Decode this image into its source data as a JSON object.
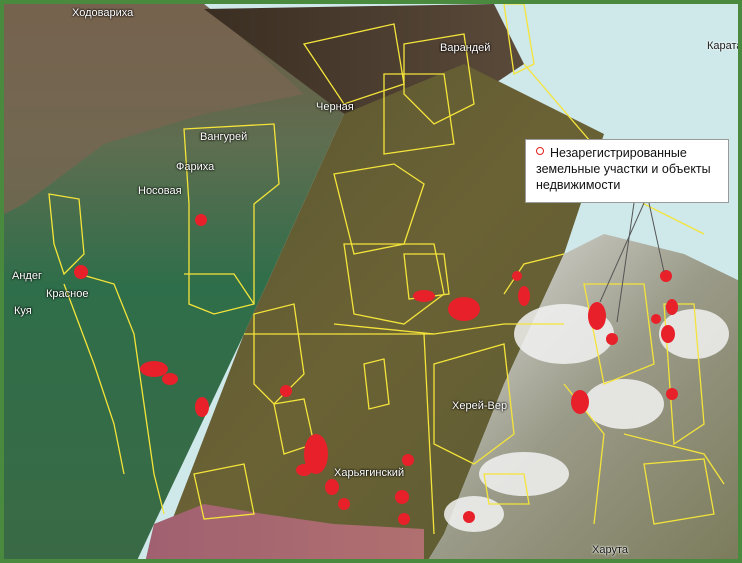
{
  "legend": {
    "text": "Незарегистрированные земельные участки и объекты недвижимости",
    "marker_color": "#e02020"
  },
  "places": [
    {
      "name": "Ходовариха"
    },
    {
      "name": "Варандей"
    },
    {
      "name": "Каратай"
    },
    {
      "name": "Черная"
    },
    {
      "name": "Вангурей"
    },
    {
      "name": "Фариха"
    },
    {
      "name": "Носовая"
    },
    {
      "name": "Андег"
    },
    {
      "name": "Красное"
    },
    {
      "name": "Куя"
    },
    {
      "name": "Харьягинский"
    },
    {
      "name": "Херей-Вер"
    },
    {
      "name": "Харута"
    }
  ],
  "colors": {
    "border": "#4a8a3e",
    "boundary": "#f4e43a",
    "marker": "#e8202a",
    "sea": "#cfe8ea"
  }
}
